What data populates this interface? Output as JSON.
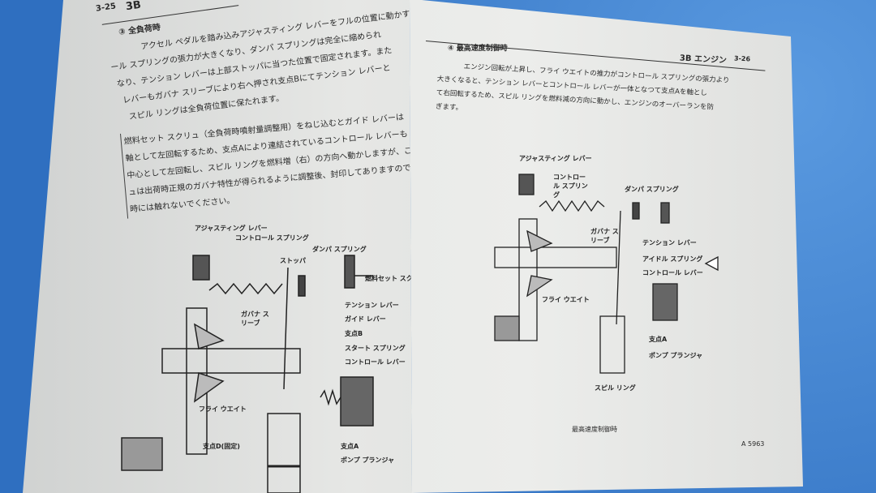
{
  "left_page": {
    "page_number": "3-25",
    "chapter_mark": "3B",
    "section_title": "③ 全負荷時",
    "paragraph_1": [
      "アクセル ペダルを踏み込みアジャスティング レバーをフルの位置に動かすと",
      "ール スプリングの張力が大きくなり、ダンパ スプリングは完全に縮められ",
      "なり、テンション レバーは上部ストッパに当つた位置で固定されます。また",
      "レバーもガバナ スリーブにより右へ押され支点Bにてテンション レバーと",
      "スピル リングは全負荷位置に保たれます。"
    ],
    "boxed_note": [
      "燃料セット スクリュ（全負荷時噴射量調整用）をねじ込むとガイド レバーは",
      "軸として左回転するため、支点Aにより連結されているコントロール レバーも",
      "中心として左回転し、スピル リングを燃料増（右）の方向へ動かしますが、こ",
      "ュは出荷時正規のガバナ特性が得られるように調整後、封印してありますので",
      "時には触れないでください。"
    ],
    "diagram_labels": {
      "adjusting_lever": "アジャスティング レバー",
      "control_spring": "コントロール スプリング",
      "damper_spring": "ダンパ スプリング",
      "stopper": "ストッパ",
      "fuel_set_screw": "燃料セット スクリュ",
      "tension_lever": "テンション レバー",
      "guide_lever": "ガイド レバー",
      "governor_sleeve": "ガバナ スリーブ",
      "fulcrum_b": "支点B",
      "start_spring": "スタート スプリング",
      "control_lever": "コントロール レバー",
      "fly_weight": "フライ ウエイト",
      "fulcrum_d": "支点D(固定)",
      "fulcrum_a": "支点A",
      "pump_plunger": "ポンプ プランジャ"
    }
  },
  "right_page": {
    "section_title": "④ 最高速度制御時",
    "header": "3B エンジン",
    "page_number": "3-26",
    "paragraph": [
      "エンジン回転が上昇し、フライ ウエイトの推力がコントロール スプリングの張力より",
      "大きくなると、テンション レバーとコントロール レバーが一体となつて支点Aを軸とし",
      "て右回転するため、スピル リングを燃料減の方向に動かし、エンジンのオーバーランを防",
      "ぎます。"
    ],
    "diagram_labels": {
      "adjusting_lever": "アジャスティング レバー",
      "control_spring": "コントロール スプリング",
      "damper_spring": "ダンパ スプリング",
      "governor_sleeve": "ガバナ スリーブ",
      "tension_lever": "テンション レバー",
      "idle_spring": "アイドル スプリング",
      "control_lever": "コントロール レバー",
      "fly_weight": "フライ ウエイト",
      "fulcrum_a": "支点A",
      "pump_plunger": "ポンプ プランジャ",
      "spill_ring": "スピル リング"
    },
    "caption": "最高速度制御時",
    "figure_number": "A 5963"
  }
}
